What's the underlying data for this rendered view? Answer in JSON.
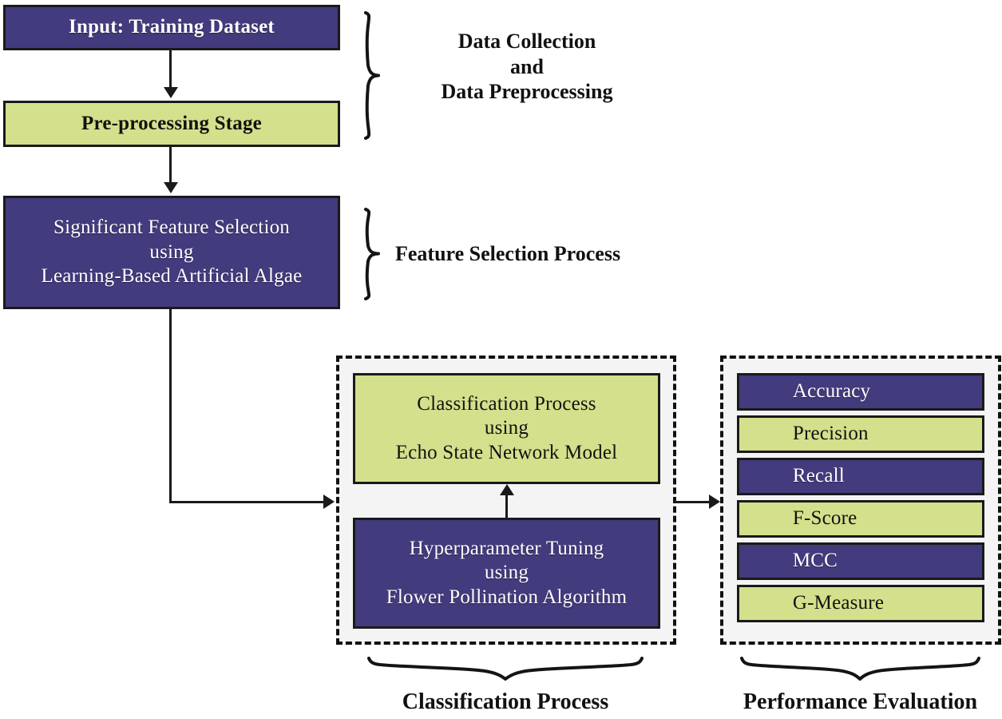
{
  "diagram": {
    "title_absent": true,
    "colors": {
      "purple": "#423B7D",
      "green": "#D4E08B",
      "outline": "#1a1a1a",
      "panel_bg": "#f4f4f4",
      "background": "#ffffff"
    },
    "nodes": {
      "input": {
        "label": "Input: Training Dataset",
        "fill": "purple"
      },
      "preprocessing": {
        "label": "Pre-processing Stage",
        "fill": "green"
      },
      "feature_selection": {
        "line1": "Significant Feature Selection",
        "line2": "using",
        "line3": "Learning-Based Artificial Algae",
        "fill": "purple"
      },
      "classification": {
        "line1": "Classification Process",
        "line2": "using",
        "line3": "Echo State Network Model",
        "fill": "green"
      },
      "hyperparameter": {
        "line1": "Hyperparameter Tuning",
        "line2": "using",
        "line3": "Flower Pollination Algorithm",
        "fill": "purple"
      }
    },
    "metrics": [
      {
        "label": "Accuracy",
        "fill": "purple"
      },
      {
        "label": "Precision",
        "fill": "green"
      },
      {
        "label": "Recall",
        "fill": "purple"
      },
      {
        "label": "F-Score",
        "fill": "green"
      },
      {
        "label": "MCC",
        "fill": "purple"
      },
      {
        "label": "G-Measure",
        "fill": "green"
      }
    ],
    "captions": {
      "data_collection": "Data Collection\nand\nData Preprocessing",
      "feature_selection": "Feature Selection Process",
      "classification": "Classification Process",
      "performance": "Performance Evaluation"
    }
  }
}
